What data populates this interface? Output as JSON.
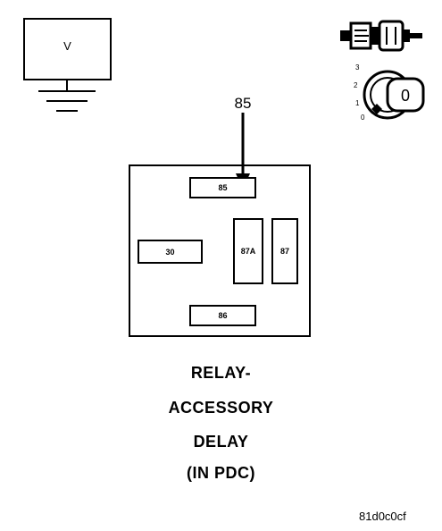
{
  "meter": {
    "label": "V"
  },
  "pin_callout": "85",
  "relay": {
    "terminals": {
      "t85": "85",
      "t30": "30",
      "t87a": "87A",
      "t87": "87",
      "t86": "86"
    }
  },
  "ignition": {
    "positions": [
      "3",
      "2",
      "1",
      "0"
    ],
    "key_label": "0"
  },
  "caption": {
    "line1": "RELAY-",
    "line2": "ACCESSORY",
    "line3": "DELAY",
    "line4": "(IN PDC)"
  },
  "figure_id": "81d0c0cf"
}
